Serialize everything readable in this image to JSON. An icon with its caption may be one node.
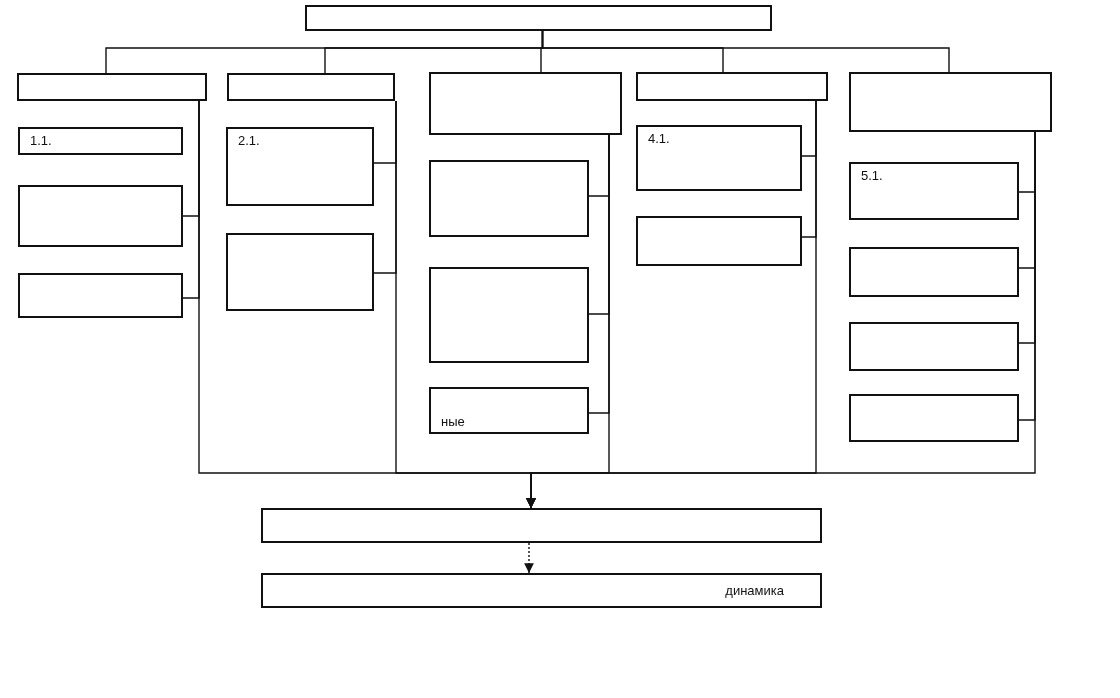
{
  "diagram": {
    "nodes": [
      {
        "text": [],
        "shape": "box"
      },
      {
        "text": [],
        "shape": "box"
      },
      {
        "text": [],
        "shape": "box"
      },
      {
        "text": [],
        "shape": "box"
      },
      {
        "text": [],
        "shape": "box"
      },
      {
        "text": [],
        "shape": "box"
      },
      {
        "text": [
          "1.1."
        ]
      },
      {
        "text": [],
        "shape": "box"
      },
      {
        "text": [],
        "shape": "box"
      },
      {
        "text": [
          "2.1."
        ]
      },
      {
        "text": [],
        "shape": "box"
      },
      {
        "text": [],
        "shape": "box"
      },
      {
        "text": [],
        "shape": "box"
      },
      {
        "text": [
          "ные"
        ]
      },
      {
        "text": [
          "4.1."
        ]
      },
      {
        "text": [],
        "shape": "box"
      },
      {
        "text": [
          "5.1."
        ]
      },
      {
        "text": [],
        "shape": "box"
      },
      {
        "text": [],
        "shape": "box"
      },
      {
        "text": [],
        "shape": "box"
      },
      {
        "text": [],
        "shape": "box"
      },
      {
        "text": [
          "динамика"
        ]
      }
    ],
    "edges": [
      {
        "from": 0,
        "to": 1,
        "arrow": "none"
      },
      {
        "from": 0,
        "to": 2,
        "arrow": "none"
      },
      {
        "from": 0,
        "to": 3,
        "arrow": "none"
      },
      {
        "from": 0,
        "to": 4,
        "arrow": "none"
      },
      {
        "from": 0,
        "to": 5,
        "arrow": "none"
      },
      {
        "from": 1,
        "to": 7,
        "arrow": "none"
      },
      {
        "from": 1,
        "to": 8,
        "arrow": "none"
      },
      {
        "from": 2,
        "to": 9,
        "arrow": "none"
      },
      {
        "from": 2,
        "to": 10,
        "arrow": "none"
      },
      {
        "from": 3,
        "to": 11,
        "arrow": "none"
      },
      {
        "from": 3,
        "to": 12,
        "arrow": "none"
      },
      {
        "from": 3,
        "to": 13,
        "arrow": "none"
      },
      {
        "from": 4,
        "to": 14,
        "arrow": "none"
      },
      {
        "from": 4,
        "to": 15,
        "arrow": "none"
      },
      {
        "from": 5,
        "to": 16,
        "arrow": "none"
      },
      {
        "from": 5,
        "to": 17,
        "arrow": "none"
      },
      {
        "from": 5,
        "to": 18,
        "arrow": "none"
      },
      {
        "from": 5,
        "to": 19,
        "arrow": "none"
      },
      {
        "from": 1,
        "to": 20,
        "arrow": "to"
      },
      {
        "from": 2,
        "to": 20,
        "arrow": "to"
      },
      {
        "from": 3,
        "to": 20,
        "arrow": "to"
      },
      {
        "from": 4,
        "to": 20,
        "arrow": "to"
      },
      {
        "from": 5,
        "to": 20,
        "arrow": "to"
      },
      {
        "from": 20,
        "to": 21,
        "arrow": "to",
        "style": "dashed"
      }
    ]
  }
}
